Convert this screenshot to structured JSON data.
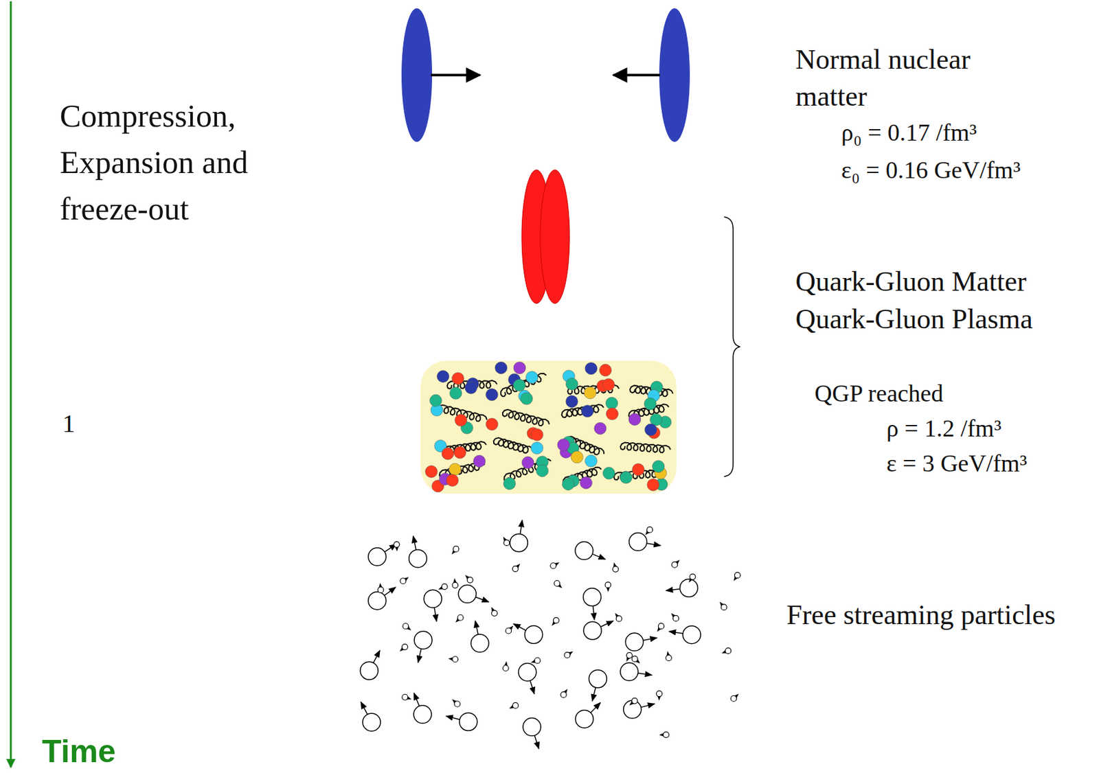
{
  "diagram": {
    "labels": [
      "Compression, Expansion and freeze-out",
      "1",
      "Normal nuclear matter",
      "ρ₀ = 0.17 /fm³",
      "ε₀ = 0.16 GeV/fm³",
      "Quark-Gluon Matter",
      "Quark-Gluon Plasma",
      "QGP reached",
      "ρ = 1.2 /fm³",
      "ε = 3 GeV/fm³",
      "Free streaming particles",
      "Time"
    ]
  }
}
